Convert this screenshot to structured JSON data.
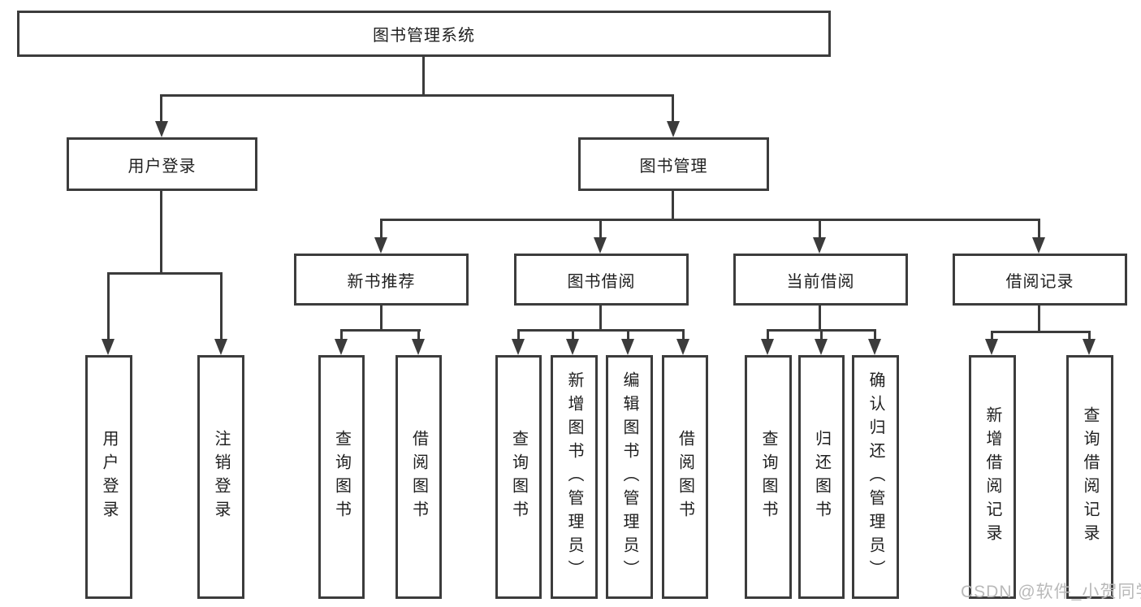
{
  "tree": {
    "label": "图书管理系统",
    "children": [
      {
        "label": "用户登录",
        "children": [
          {
            "label": "用户登录"
          },
          {
            "label": "注销登录"
          }
        ]
      },
      {
        "label": "图书管理",
        "children": [
          {
            "label": "新书推荐",
            "children": [
              {
                "label": "查询图书"
              },
              {
                "label": "借阅图书"
              }
            ]
          },
          {
            "label": "图书借阅",
            "children": [
              {
                "label": "查询图书"
              },
              {
                "label": "新增图书（管理员）"
              },
              {
                "label": "编辑图书（管理员）"
              },
              {
                "label": "借阅图书"
              }
            ]
          },
          {
            "label": "当前借阅",
            "children": [
              {
                "label": "查询图书"
              },
              {
                "label": "归还图书"
              },
              {
                "label": "确认归还（管理员）"
              }
            ]
          },
          {
            "label": "借阅记录",
            "children": [
              {
                "label": "新增借阅记录"
              },
              {
                "label": "查询借阅记录"
              }
            ]
          }
        ]
      }
    ]
  },
  "watermark": {
    "text": "CSDN @软件_小贺同学"
  },
  "colors": {
    "line": "#3b3b3b",
    "box_border": "#3c3c3c",
    "text": "#1f1f1f",
    "watermark": "#b9b9b9",
    "background": "#ffffff"
  }
}
